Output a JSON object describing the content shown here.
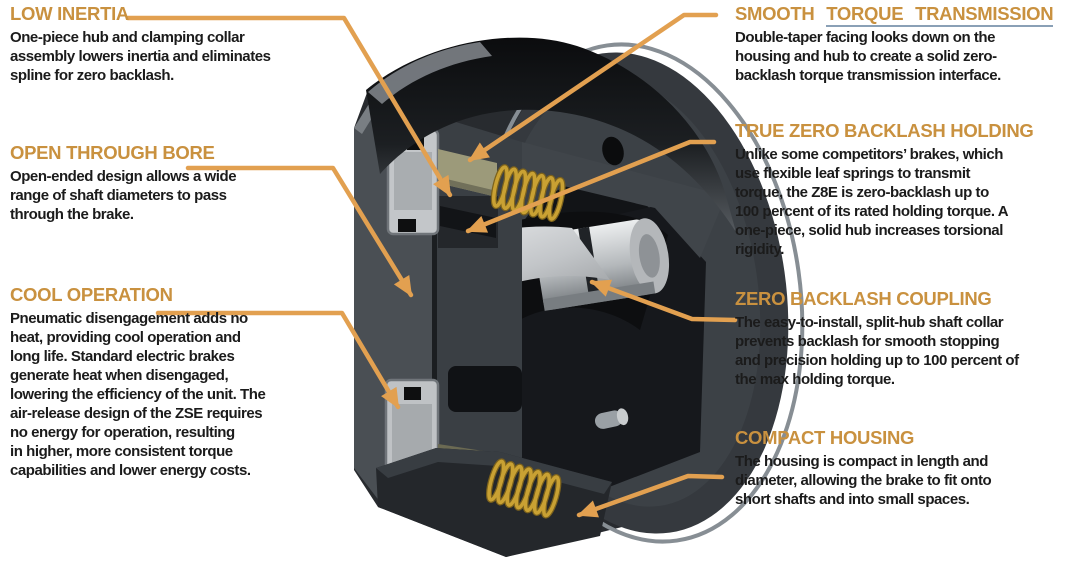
{
  "colors": {
    "accent": "#E2A050",
    "heading": "#C9913F",
    "body": "#1B1B1B",
    "underline": "#8AA0B6",
    "background": "#FFFFFF",
    "spring_gold": "#C9A133",
    "spring_shadow": "#7C621C",
    "facing_olive": "#9C9A7A",
    "metal_silver": "#C9CCCE",
    "housing_dark": "#282B2F"
  },
  "callouts": {
    "left": [
      {
        "id": "low-inertia",
        "title": "LOW INERTIA",
        "body": "One-piece hub and clamping collar\nassembly lowers inertia and eliminates\nspline for zero backlash."
      },
      {
        "id": "open-through-bore",
        "title": "OPEN THROUGH BORE",
        "body": "Open-ended design allows a wide\nrange of shaft diameters to pass\nthrough the brake."
      },
      {
        "id": "cool-operation",
        "title": "COOL OPERATION",
        "body": "Pneumatic disengagement adds no\nheat, providing cool operation and\nlong life. Standard electric brakes\ngenerate heat when disengaged,\nlowering the efficiency of the unit. The\nair-release design of the ZSE requires\nno energy for operation, resulting\nin higher, more consistent torque\ncapabilities and lower energy costs."
      }
    ],
    "right": [
      {
        "id": "smooth-torque-transmission",
        "title": "SMOOTH TORQUE TRANSMISSION",
        "title_part1": "SMOOTH",
        "title_part2": "TORQUE TRANSMISSION",
        "body": "Double-taper facing looks down on the\nhousing and hub to create a solid zero-\nbacklash torque transmission interface."
      },
      {
        "id": "true-zero-backlash-holding",
        "title": "TRUE ZERO BACKLASH HOLDING",
        "body": "Unlike some competitors’ brakes, which\nuse flexible leaf springs to transmit\ntorque, the Z8E is zero-backlash up to\n100 percent of its rated holding torque. A\none-piece, solid hub increases torsional\nrigidity."
      },
      {
        "id": "zero-backlash-coupling",
        "title": "ZERO BACKLASH COUPLING",
        "body": "The easy-to-install, split-hub shaft collar\nprevents backlash for smooth stopping\nand precision holding up to 100 percent of\nthe max holding torque."
      },
      {
        "id": "compact-housing",
        "title": "COMPACT HOUSING",
        "body": "The housing is compact in length and\ndiameter, allowing the brake to fit onto\nshort shafts and into small spaces."
      }
    ]
  }
}
